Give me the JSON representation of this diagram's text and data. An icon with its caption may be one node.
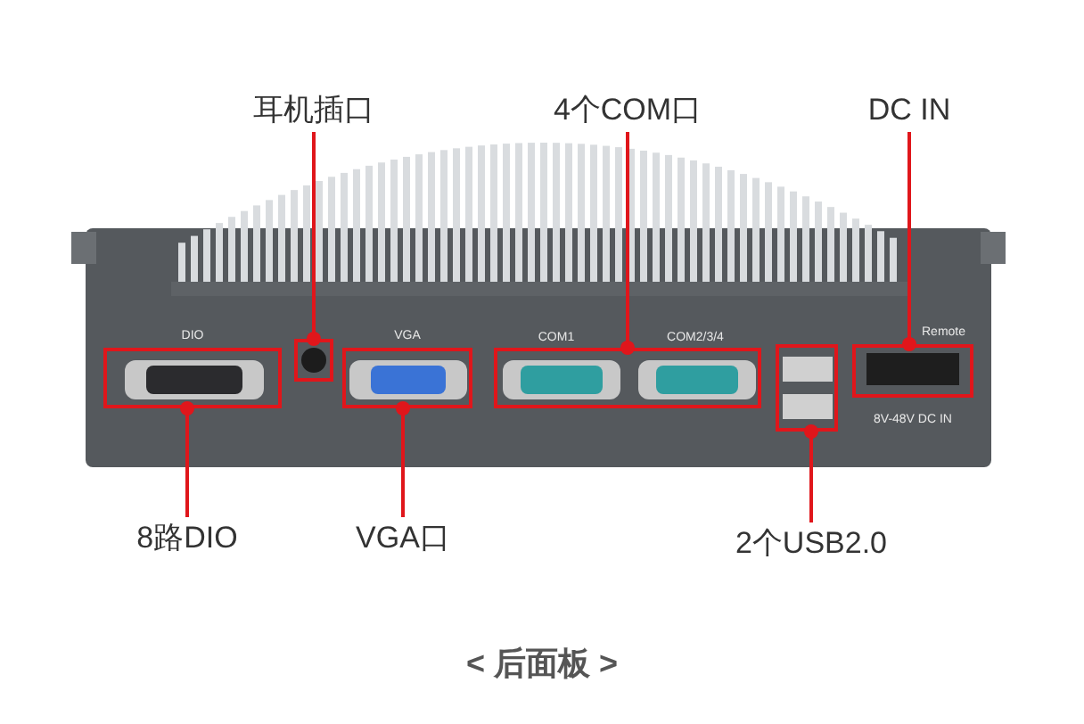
{
  "diagram": {
    "caption": "< 后面板 >",
    "nodes": [
      {
        "text": [
          "耳机插口"
        ]
      },
      {
        "text": [
          "4个COM口"
        ]
      },
      {
        "text": [
          "DC IN"
        ]
      },
      {
        "text": [
          "DIO"
        ]
      },
      {
        "text": [],
        "shape": "box"
      },
      {
        "text": [
          "VGA"
        ]
      },
      {
        "text": [
          "COM1",
          "COM2/3/4"
        ]
      },
      {
        "text": [],
        "shape": "box"
      },
      {
        "text": [
          "8V-48V DC IN"
        ]
      },
      {
        "text": [
          "8路DIO"
        ]
      },
      {
        "text": [
          "VGA口"
        ]
      },
      {
        "text": [
          "2个USB2.0"
        ]
      }
    ],
    "edges": [
      {
        "from": 0,
        "to": 4,
        "arrow": "other"
      },
      {
        "from": 1,
        "to": 6,
        "arrow": "other"
      },
      {
        "from": 2,
        "to": 8,
        "arrow": "other"
      },
      {
        "from": 9,
        "to": 3,
        "arrow": "other"
      },
      {
        "from": 10,
        "to": 5,
        "arrow": "other"
      },
      {
        "from": 11,
        "to": 7,
        "arrow": "other"
      }
    ],
    "labels": [
      "Remote"
    ]
  }
}
